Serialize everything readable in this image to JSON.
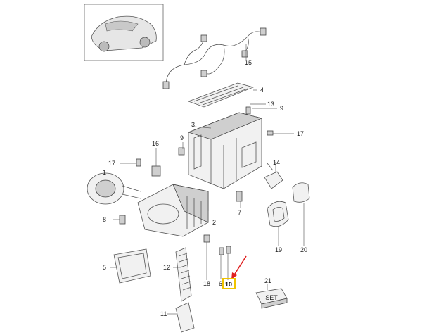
{
  "diagram": {
    "parts": [
      {
        "id": "1",
        "label": "1"
      },
      {
        "id": "2",
        "label": "2"
      },
      {
        "id": "3",
        "label": "3"
      },
      {
        "id": "4",
        "label": "4"
      },
      {
        "id": "5",
        "label": "5"
      },
      {
        "id": "6",
        "label": "6"
      },
      {
        "id": "7",
        "label": "7"
      },
      {
        "id": "8",
        "label": "8"
      },
      {
        "id": "9a",
        "label": "9"
      },
      {
        "id": "9b",
        "label": "9"
      },
      {
        "id": "10",
        "label": "10",
        "highlighted": true
      },
      {
        "id": "11",
        "label": "11"
      },
      {
        "id": "12",
        "label": "12"
      },
      {
        "id": "13",
        "label": "13"
      },
      {
        "id": "14",
        "label": "14"
      },
      {
        "id": "15",
        "label": "15"
      },
      {
        "id": "16",
        "label": "16"
      },
      {
        "id": "17a",
        "label": "17"
      },
      {
        "id": "17b",
        "label": "17"
      },
      {
        "id": "18",
        "label": "18"
      },
      {
        "id": "19",
        "label": "19"
      },
      {
        "id": "20",
        "label": "20"
      },
      {
        "id": "21",
        "label": "21"
      }
    ],
    "set_box_text": "SET",
    "colors": {
      "highlight_box": "#f0c400",
      "arrow": "#e02020",
      "line": "#555555"
    }
  }
}
